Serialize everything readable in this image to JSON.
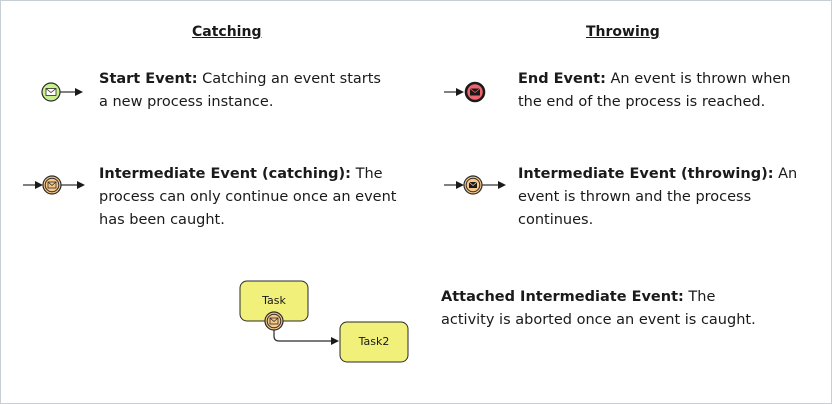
{
  "headings": {
    "catching": "Catching",
    "throwing": "Throwing"
  },
  "events": {
    "start": {
      "title": "Start Event:",
      "text": " Catching an event starts a new process instance.",
      "icon": "start-message-event-icon"
    },
    "end": {
      "title": "End Event:",
      "text": " An event is thrown when the end of the process is reached.",
      "icon": "end-message-event-icon"
    },
    "intermediate_catching": {
      "title": "Intermediate Event (catching):",
      "text": " The process can only continue once an event has been caught.",
      "icon": "intermediate-catching-message-event-icon"
    },
    "intermediate_throwing": {
      "title": "Intermediate Event (throwing):",
      "text": " An event is thrown and the process continues.",
      "icon": "intermediate-throwing-message-event-icon"
    },
    "attached": {
      "title": "Attached Intermediate Event:",
      "text": " The activity is aborted once an event is caught."
    }
  },
  "tasks": {
    "task1": "Task",
    "task2": "Task2"
  },
  "colors": {
    "start_fill": "#c8f08c",
    "end_fill": "#f06470",
    "intermediate_fill": "#f8c888",
    "task_fill": "#f0f07a",
    "border": "#c8cfd4"
  }
}
